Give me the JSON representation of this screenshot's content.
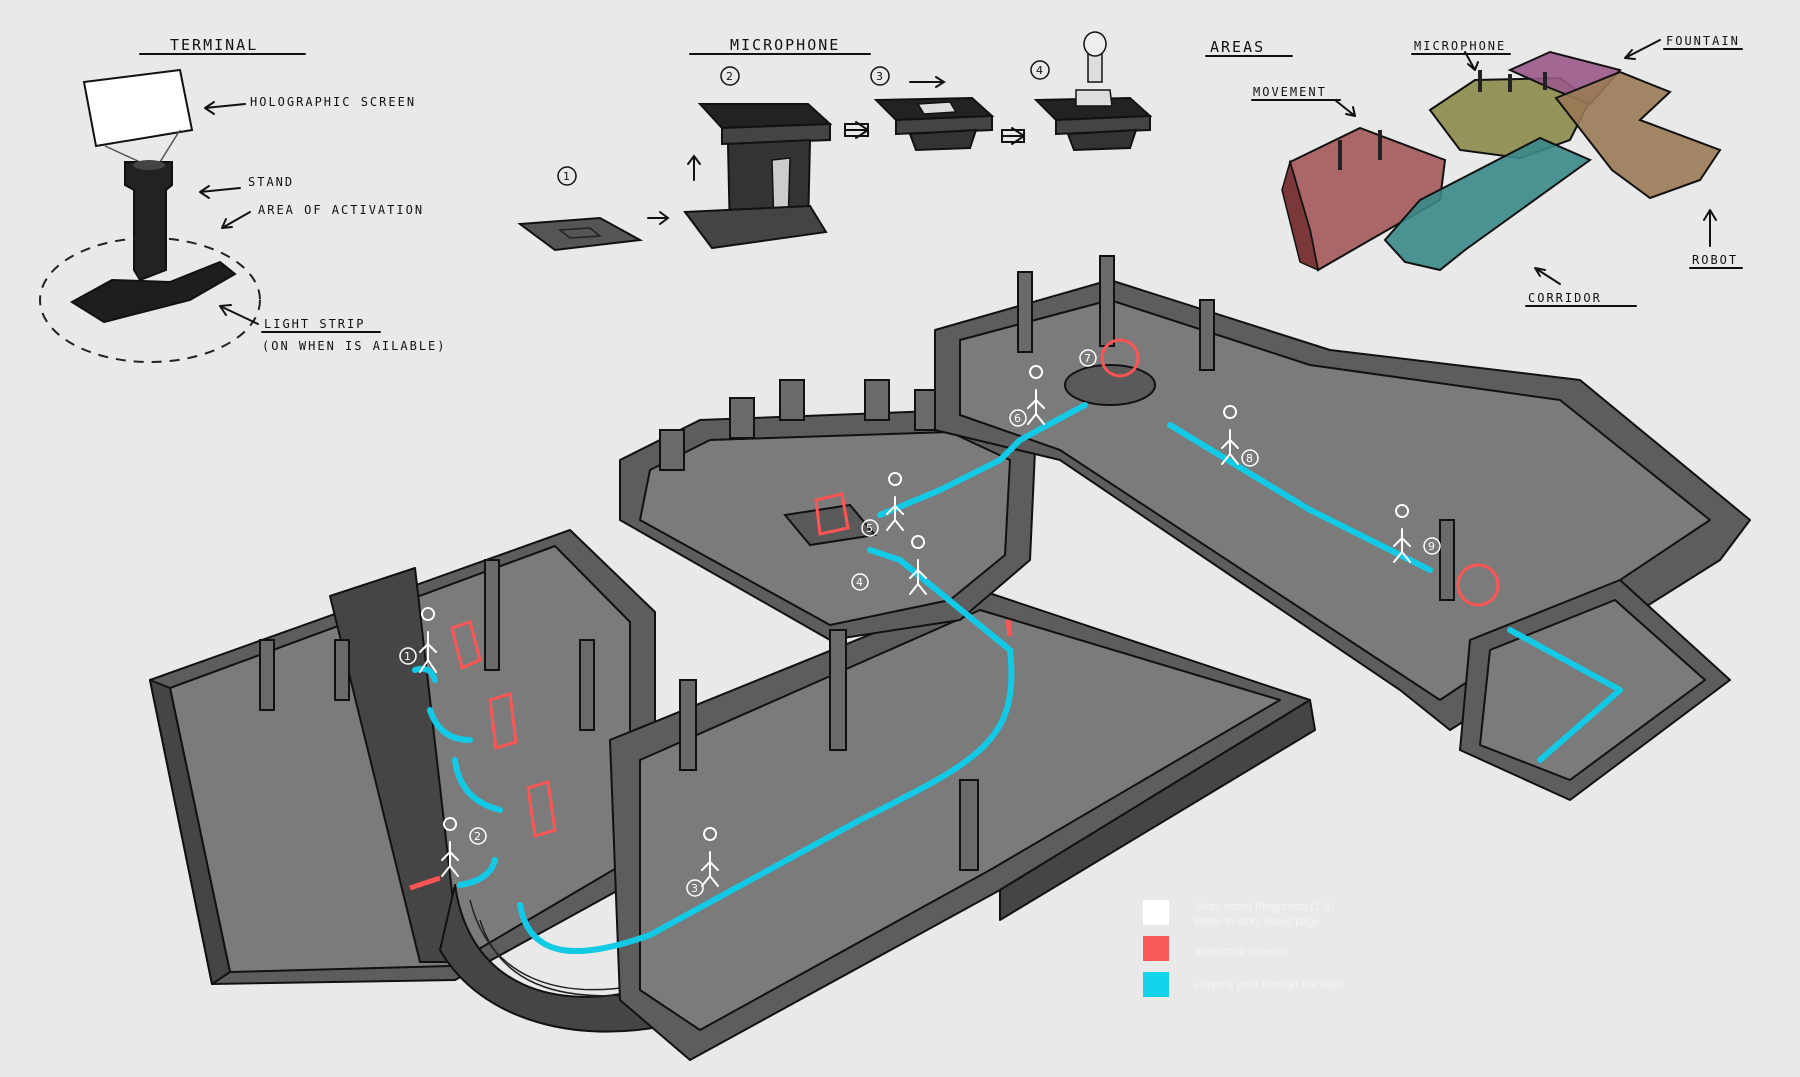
{
  "sketches": {
    "terminal": {
      "title": "TERMINAL",
      "labels": {
        "screen": "HOLOGRAPHIC SCREEN",
        "stand": "STAND",
        "activation": "AREA OF ACTIVATION",
        "strip": "LIGHT STRIP",
        "strip_note": "(ON WHEN IS AILABLE)"
      }
    },
    "microphone": {
      "title": "MICROPHONE",
      "steps": [
        "1",
        "2",
        "3",
        "4"
      ]
    },
    "areas": {
      "title": "AREAS",
      "labels": {
        "movement": "MOVEMENT",
        "microphone": "MICROPHONE",
        "fountain": "FOUNTAIN",
        "robot": "ROBOT",
        "corridor": "CORRIDOR"
      },
      "colors": {
        "movement": "#a05050",
        "microphone": "#8a8a4a",
        "fountain": "#9a5a8a",
        "robot": "#9a7a55",
        "corridor": "#3a8a8a"
      }
    }
  },
  "map": {
    "steps": [
      "1",
      "2",
      "3",
      "4",
      "5",
      "6",
      "7",
      "8",
      "9"
    ]
  },
  "legend": {
    "items": [
      {
        "color": "#ffffff",
        "line1": "Story board Progrssion (1-9)",
        "line2": "Refer to story board page"
      },
      {
        "color": "#f85a5a",
        "line1": "Interactive elments",
        "line2": ""
      },
      {
        "color": "#12d3ea",
        "line1": "Player's path through the level",
        "line2": ""
      }
    ]
  }
}
